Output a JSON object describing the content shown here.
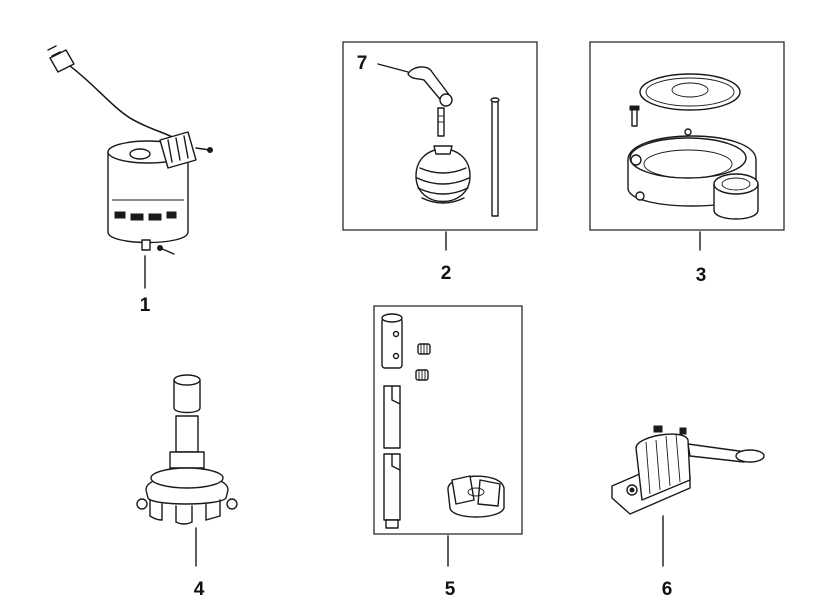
{
  "parts": [
    {
      "id": "part-1",
      "label": "1"
    },
    {
      "id": "part-2",
      "label": "2"
    },
    {
      "id": "part-3",
      "label": "3"
    },
    {
      "id": "part-4",
      "label": "4"
    },
    {
      "id": "part-5",
      "label": "5"
    },
    {
      "id": "part-6",
      "label": "6"
    },
    {
      "id": "part-7",
      "label": "7"
    }
  ]
}
